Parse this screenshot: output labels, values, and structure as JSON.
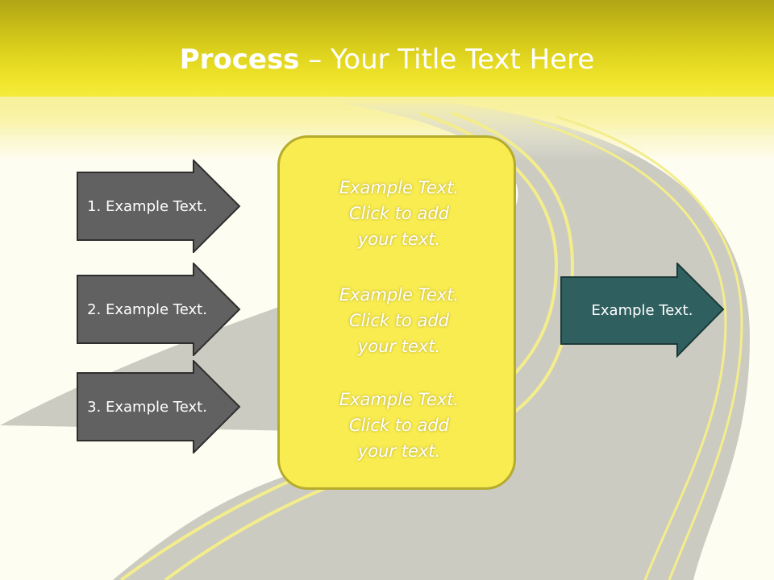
{
  "slide": {
    "title_bold": "Process",
    "title_rest": " – Your Title Text Here",
    "left_arrows": [
      {
        "label": "1. Example Text."
      },
      {
        "label": "2. Example Text."
      },
      {
        "label": "3. Example Text."
      }
    ],
    "center_box": {
      "blocks": [
        {
          "line1": "Example Text.",
          "line2": "Click  to add",
          "line3": "your text."
        },
        {
          "line1": "Example Text.",
          "line2": "Click  to add",
          "line3": "your text."
        },
        {
          "line1": "Example Text.",
          "line2": "Click  to add",
          "line3": "your text."
        }
      ]
    },
    "right_arrow": {
      "label": "Example Text."
    }
  },
  "colors": {
    "header_yellow": "#f1e52b",
    "road_gray": "#cbcbc1",
    "road_line": "#f3ed8c",
    "arrow_gray": "#616161",
    "arrow_teal": "#2f5f5e",
    "box_yellow": "#f9ec50",
    "box_border": "#b5ab2c"
  }
}
